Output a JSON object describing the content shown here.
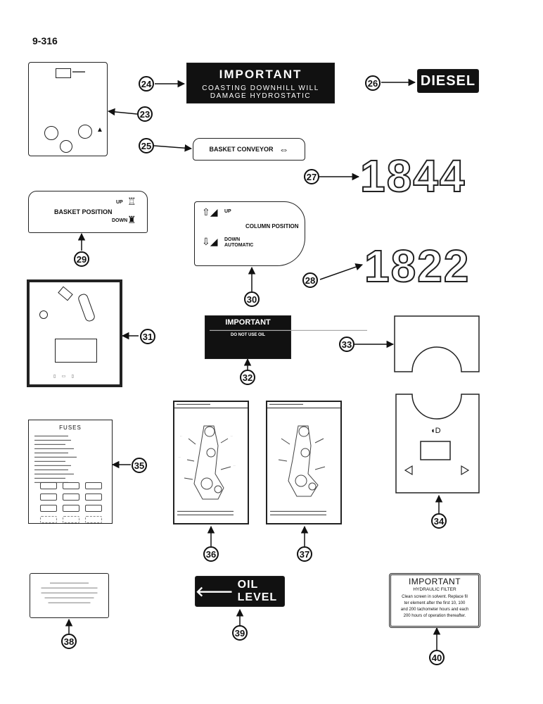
{
  "page_number": "9-316",
  "decals": {
    "d24": {
      "callout": "24",
      "line1": "IMPORTANT",
      "line2": "COASTING DOWNHILL WILL",
      "line3": "DAMAGE HYDROSTATIC"
    },
    "d26": {
      "callout": "26",
      "text": "DIESEL"
    },
    "d23": {
      "callout": "23"
    },
    "d25": {
      "callout": "25",
      "text": "BASKET CONVEYOR"
    },
    "d27": {
      "callout": "27",
      "text": "1844"
    },
    "d28": {
      "callout": "28",
      "text": "1822"
    },
    "d29": {
      "callout": "29",
      "text": "BASKET POSITION",
      "up": "UP",
      "down": "DOWN"
    },
    "d30": {
      "callout": "30",
      "up": "UP",
      "title": "COLUMN POSITION",
      "down": "DOWN",
      "auto": "AUTOMATIC"
    },
    "d31": {
      "callout": "31"
    },
    "d32": {
      "callout": "32",
      "title": "IMPORTANT",
      "footer": "DO NOT USE OIL"
    },
    "d33": {
      "callout": "33"
    },
    "d34": {
      "callout": "34"
    },
    "d35": {
      "callout": "35",
      "title": "FUSES"
    },
    "d36": {
      "callout": "36"
    },
    "d37": {
      "callout": "37"
    },
    "d38": {
      "callout": "38"
    },
    "d39": {
      "callout": "39",
      "text": "OIL LEVEL"
    },
    "d40": {
      "callout": "40",
      "title": "IMPORTANT",
      "subtitle": "HYDRAULIC FILTER",
      "body1": "Clean screen in solvent. Replace fil",
      "body2": "ter element after the first 10, 100",
      "body3": "and 200 tachometer hours and each",
      "body4": "200 hours of operation thereafter."
    }
  }
}
